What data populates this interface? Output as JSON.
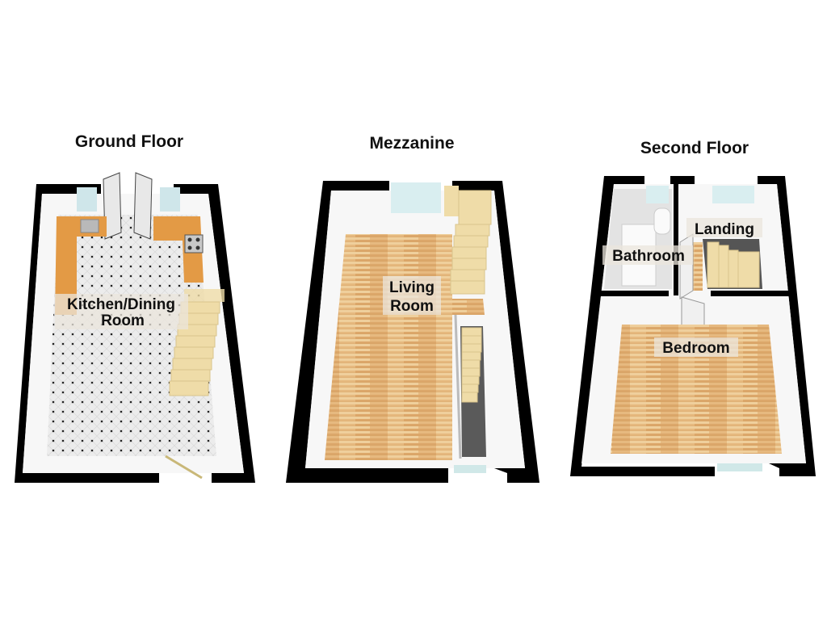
{
  "floors": [
    {
      "title": "Ground Floor",
      "rooms": [
        {
          "label_line1": "Kitchen/Dining",
          "label_line2": "Room"
        }
      ]
    },
    {
      "title": "Mezzanine",
      "rooms": [
        {
          "label_line1": "Living",
          "label_line2": "Room"
        }
      ]
    },
    {
      "title": "Second Floor",
      "rooms": [
        {
          "label": "Bathroom"
        },
        {
          "label": "Landing"
        },
        {
          "label": "Bedroom"
        }
      ]
    }
  ],
  "colors": {
    "wall": "#000000",
    "inner_wall": "#f4f4f4",
    "tile_floor": "#e9e9e9",
    "wood_floor": "#e2b47a",
    "countertop": "#e39a45",
    "stairs": "#efdca8",
    "stair_void": "#555555",
    "window": "#cfe6ea"
  }
}
